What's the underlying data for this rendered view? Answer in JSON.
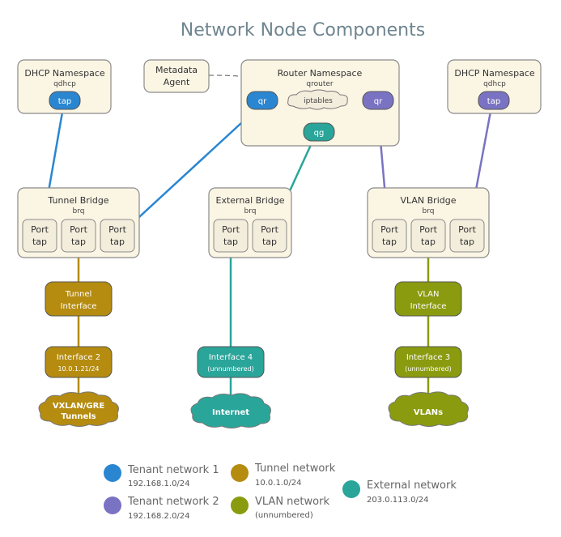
{
  "title": "Network Node Components",
  "colors": {
    "tenant1": "#2a86d1",
    "tenant2": "#7a73c3",
    "tunnel": "#b58c10",
    "vlan": "#8a9b0f",
    "external": "#2aa59a"
  },
  "dhcp_left": {
    "title": "DHCP Namespace",
    "sub": "qdhcp",
    "tap": "tap"
  },
  "metadata": {
    "line1": "Metadata",
    "line2": "Agent"
  },
  "router": {
    "title": "Router Namespace",
    "sub": "qrouter",
    "qr_left": "qr",
    "iptables": "iptables",
    "qr_right": "qr",
    "qg": "qg"
  },
  "dhcp_right": {
    "title": "DHCP Namespace",
    "sub": "qdhcp",
    "tap": "tap"
  },
  "tunnel_bridge": {
    "title": "Tunnel Bridge",
    "sub": "brq",
    "ports": [
      {
        "line1": "Port",
        "line2": "tap"
      },
      {
        "line1": "Port",
        "line2": "tap"
      },
      {
        "line1": "Port",
        "line2": "tap"
      }
    ]
  },
  "external_bridge": {
    "title": "External Bridge",
    "sub": "brq",
    "ports": [
      {
        "line1": "Port",
        "line2": "tap"
      },
      {
        "line1": "Port",
        "line2": "tap"
      }
    ]
  },
  "vlan_bridge": {
    "title": "VLAN Bridge",
    "sub": "brq",
    "ports": [
      {
        "line1": "Port",
        "line2": "tap"
      },
      {
        "line1": "Port",
        "line2": "tap"
      },
      {
        "line1": "Port",
        "line2": "tap"
      }
    ]
  },
  "tunnel_interface": {
    "line1": "Tunnel",
    "line2": "Interface"
  },
  "vlan_interface": {
    "line1": "VLAN",
    "line2": "Interface"
  },
  "interface2": {
    "name": "Interface 2",
    "sub": "10.0.1.21/24"
  },
  "interface4": {
    "name": "Interface 4",
    "sub": "(unnumbered)"
  },
  "interface3": {
    "name": "Interface 3",
    "sub": "(unnumbered)"
  },
  "clouds": {
    "tunnels": {
      "line1": "VXLAN/GRE",
      "line2": "Tunnels"
    },
    "internet": {
      "label": "Internet"
    },
    "vlans": {
      "label": "VLANs"
    }
  },
  "legend": [
    {
      "color_key": "tenant1",
      "name": "Tenant network 1",
      "cidr": "192.168.1.0/24"
    },
    {
      "color_key": "tenant2",
      "name": "Tenant network 2",
      "cidr": "192.168.2.0/24"
    },
    {
      "color_key": "tunnel",
      "name": "Tunnel network",
      "cidr": "10.0.1.0/24"
    },
    {
      "color_key": "vlan",
      "name": "VLAN network",
      "cidr": "(unnumbered)"
    },
    {
      "color_key": "external",
      "name": "External network",
      "cidr": "203.0.113.0/24"
    }
  ]
}
